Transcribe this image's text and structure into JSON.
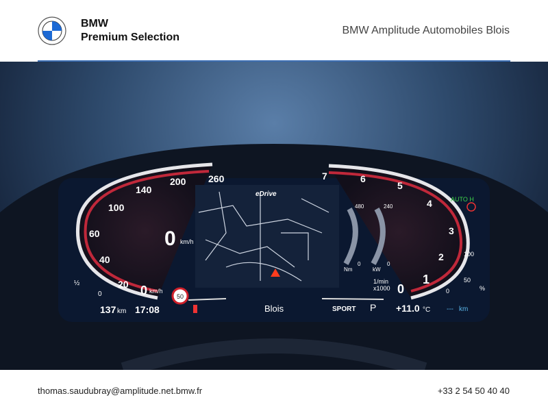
{
  "header": {
    "brand_line1": "BMW",
    "brand_line2": "Premium Selection",
    "dealer_name": "BMW Amplitude Automobiles Blois",
    "logo_icon": "bmw-roundel-icon",
    "accent_color": "#3d6fb4"
  },
  "dashboard": {
    "speedometer_ticks": [
      "0",
      "20",
      "40",
      "60",
      "100",
      "140",
      "200",
      "260"
    ],
    "speed_value": "0",
    "speed_unit": "km/h",
    "small_speed_value": "0",
    "small_speed_unit": "km/h",
    "speed_limit": "50",
    "drive_mode_logo": "eDrive",
    "tachometer_ticks": [
      "0",
      "1",
      "2",
      "3",
      "4",
      "5",
      "6",
      "7"
    ],
    "tach_unit_line1": "1/min",
    "tach_unit_line2": "x1000",
    "torque_max": "480",
    "torque_unit": "Nm",
    "torque_value": "0",
    "power_max": "240",
    "power_unit": "kW",
    "power_value": "0",
    "fuel_half": "½",
    "fuel_zero": "0",
    "battery_ticks": [
      "100",
      "50",
      "0"
    ],
    "battery_unit": "%",
    "auto_hold": "AUTO H",
    "range_value": "137",
    "range_unit": "km",
    "clock": "17:08",
    "location": "Blois",
    "mode": "SPORT",
    "gear": "P",
    "temperature": "+11.0",
    "temperature_unit": "°C",
    "electric_range": "---",
    "electric_range_unit": "km",
    "colors": {
      "gauge_red": "#c0283a",
      "auto_hold_green": "#3ed34a"
    }
  },
  "footer": {
    "email": "thomas.saudubray@amplitude.net.bmw.fr",
    "phone": "+33 2 54 50 40 40"
  }
}
